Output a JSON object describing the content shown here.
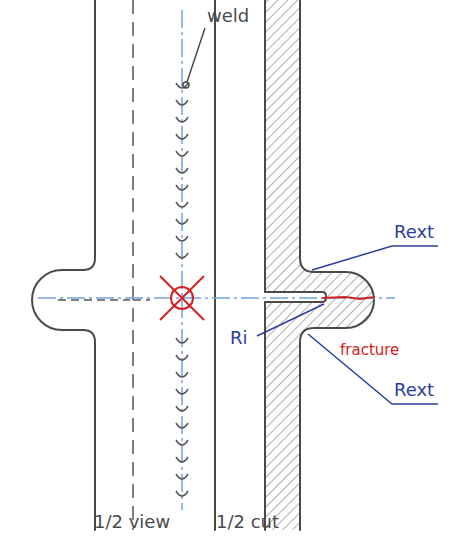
{
  "diagram": {
    "labels": [
      "weld",
      "Rext",
      "Ri",
      "fracture",
      "Rext",
      "1/2 view",
      "1/2 cut"
    ]
  }
}
